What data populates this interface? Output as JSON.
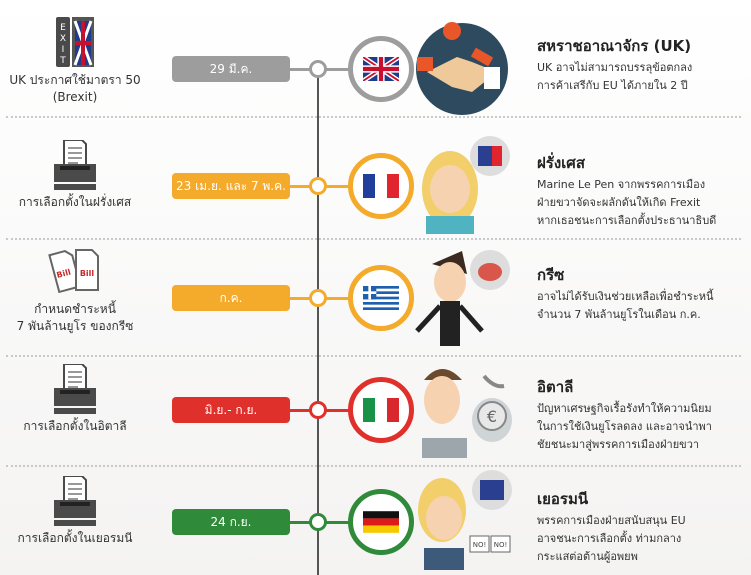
{
  "colors": {
    "uk": "#9d9d9d",
    "france": "#f4aa2a",
    "greece": "#f4aa2a",
    "italy": "#e0302b",
    "germany": "#2f8a3a"
  },
  "rows": [
    {
      "key": "uk",
      "icon": "exit-door-icon",
      "left_label": [
        "UK ประกาศใช้มาตรา 50",
        "(Brexit)"
      ],
      "date": "29 มี.ค.",
      "flag": "uk-flag-icon",
      "illustration": "handshake-icon",
      "title": "สหราชอาณาจักร (UK)",
      "desc": [
        "UK อาจไม่สามารถบรรลุข้อตกลง",
        "การค้าเสรีกับ EU ได้ภายใน 2 ปี"
      ]
    },
    {
      "key": "france",
      "icon": "ballot-box-icon",
      "left_label": [
        "การเลือกตั้งในฝรั่งเศส"
      ],
      "date": "23 เม.ย. และ 7 พ.ค.",
      "flag": "france-flag-icon",
      "illustration": "woman-politician-icon",
      "title": "ฝรั่งเศส",
      "desc": [
        "Marine Le Pen จากพรรคการเมือง",
        "ฝ่ายขวาจัดจะผลักดันให้เกิด Frexit",
        "หากเธอชนะการเลือกตั้งประธานาธิบดี"
      ]
    },
    {
      "key": "greece",
      "icon": "bills-icon",
      "icon_text": "Bill",
      "left_label": [
        "กำหนดชำระหนี้",
        "7 พันล้านยูโร ของกรีซ"
      ],
      "date": "ก.ค.",
      "flag": "greece-flag-icon",
      "illustration": "worried-man-icon",
      "title": "กรีซ",
      "desc": [
        "อาจไม่ได้รับเงินช่วยเหลือเพื่อชำระหนี้",
        "จำนวน 7 พันล้านยูโรในเดือน ก.ค."
      ]
    },
    {
      "key": "italy",
      "icon": "ballot-box-icon",
      "left_label": [
        "การเลือกตั้งในอิตาลี"
      ],
      "date": "มิ.ย.- ก.ย.",
      "flag": "italy-flag-icon",
      "illustration": "man-euro-icon",
      "title": "อิตาลี",
      "desc": [
        "ปัญหาเศรษฐกิจเรื้อรังทำให้ความนิยม",
        "ในการใช้เงินยูโรลดลง และอาจนำพา",
        "ชัยชนะมาสู่พรรคการเมืองฝ่ายขวา"
      ]
    },
    {
      "key": "germany",
      "icon": "ballot-box-icon",
      "left_label": [
        "การเลือกตั้งในเยอรมนี"
      ],
      "date": "24 ก.ย.",
      "flag": "germany-flag-icon",
      "illustration": "woman-protest-icon",
      "protest_sign": "NO!",
      "title": "เยอรมนี",
      "desc": [
        "พรรคการเมืองฝ่ายสนับสนุน EU",
        "อาจชนะการเลือกตั้ง ท่ามกลาง",
        "กระแสต่อต้านผู้อพยพ"
      ]
    }
  ]
}
